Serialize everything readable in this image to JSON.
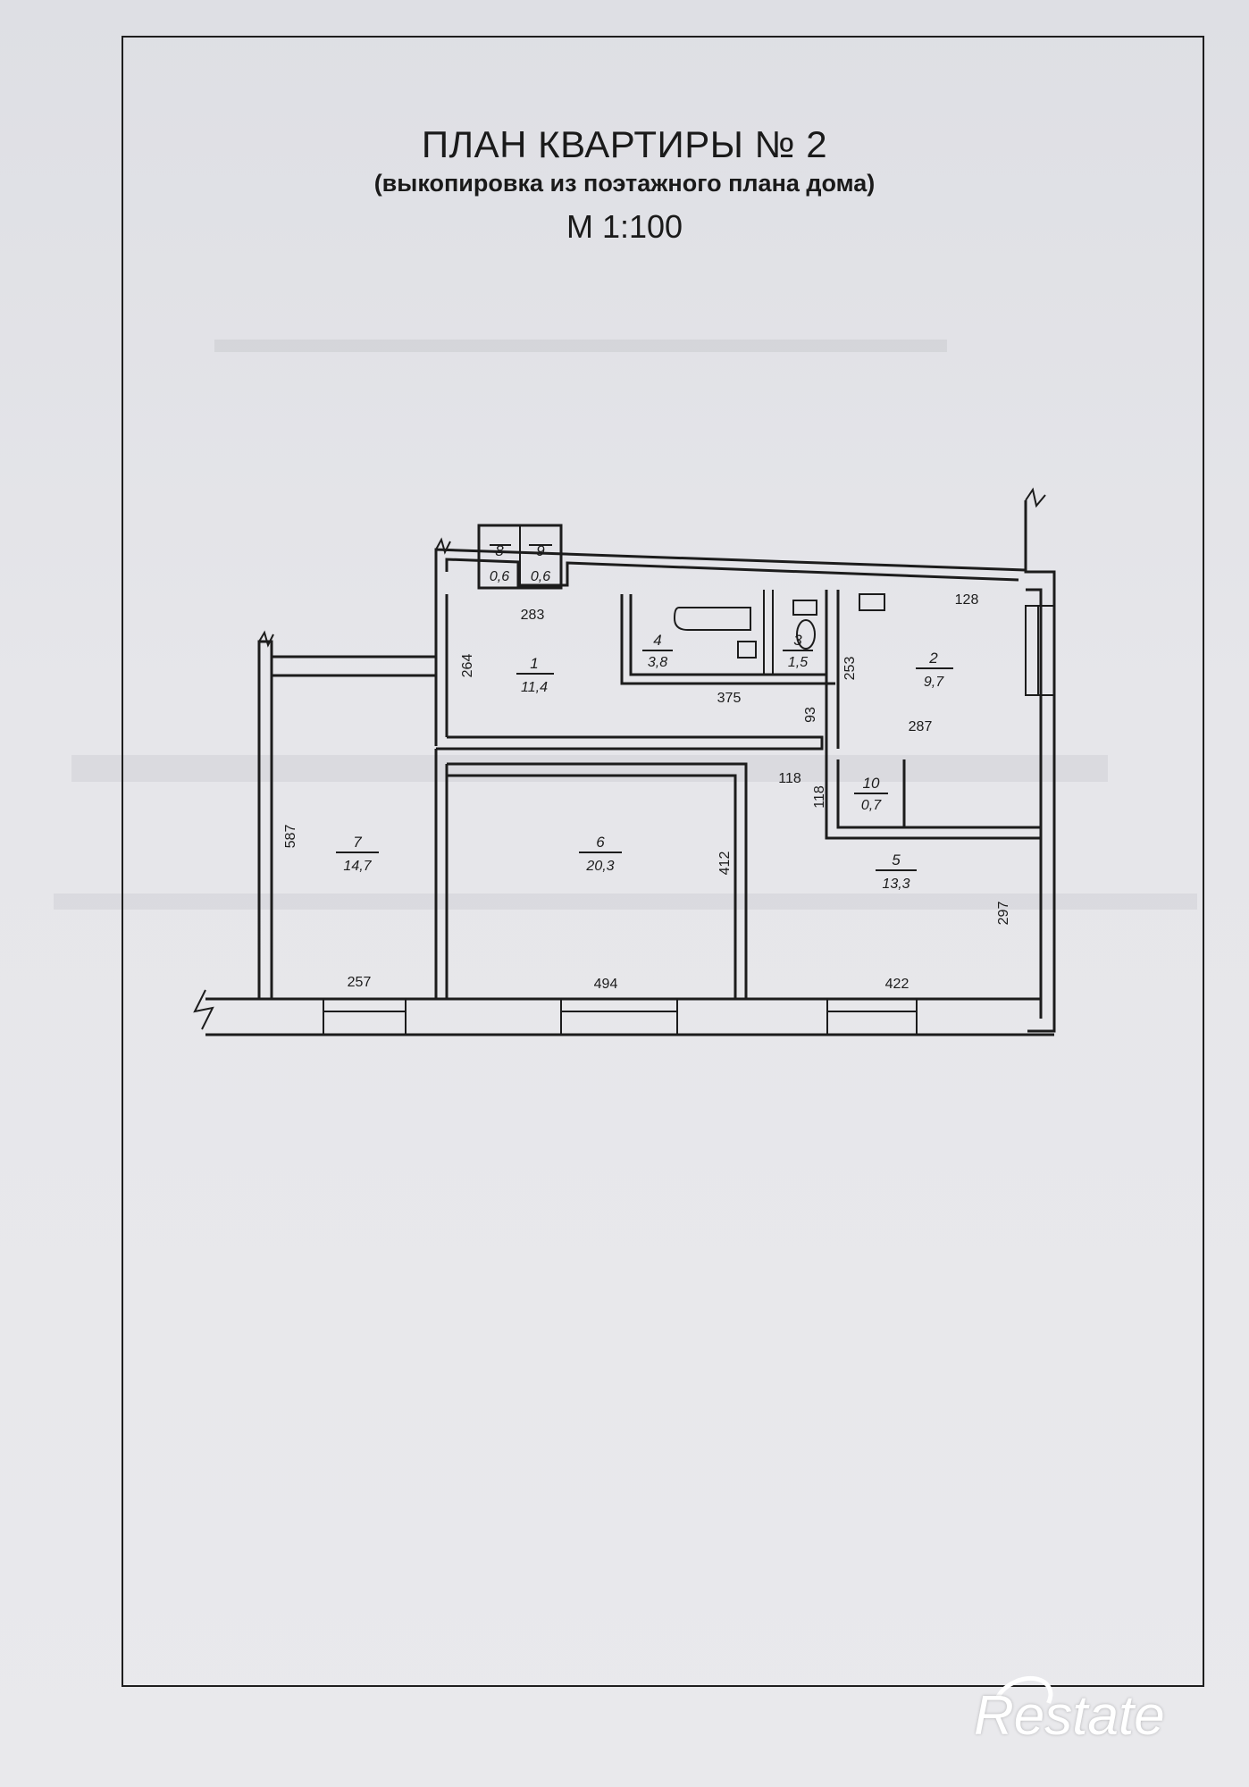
{
  "header": {
    "title": "ПЛАН КВАРТИРЫ № 2",
    "subtitle": "(выкопировка из поэтажного плана дома)",
    "scale": "М 1:100"
  },
  "rooms": [
    {
      "number": "1",
      "area": "11,4"
    },
    {
      "number": "2",
      "area": "9,7"
    },
    {
      "number": "3",
      "area": "1,5"
    },
    {
      "number": "4",
      "area": "3,8"
    },
    {
      "number": "5",
      "area": "13,3"
    },
    {
      "number": "6",
      "area": "20,3"
    },
    {
      "number": "7",
      "area": "14,7"
    },
    {
      "number": "8",
      "area": "0,6"
    },
    {
      "number": "9",
      "area": "0,6"
    },
    {
      "number": "10",
      "area": "0,7"
    }
  ],
  "dimensions": {
    "d283": "283",
    "d264": "264",
    "d375": "375",
    "d93": "93",
    "d253": "253",
    "d128": "128",
    "d287": "287",
    "d118h": "118",
    "d118v": "118",
    "d412": "412",
    "d297": "297",
    "d587": "587",
    "d257": "257",
    "d494": "494",
    "d422": "422"
  },
  "watermark": {
    "text": "Restate"
  },
  "colors": {
    "paper": "#e4e4e8",
    "ink": "#1c1c1c"
  }
}
